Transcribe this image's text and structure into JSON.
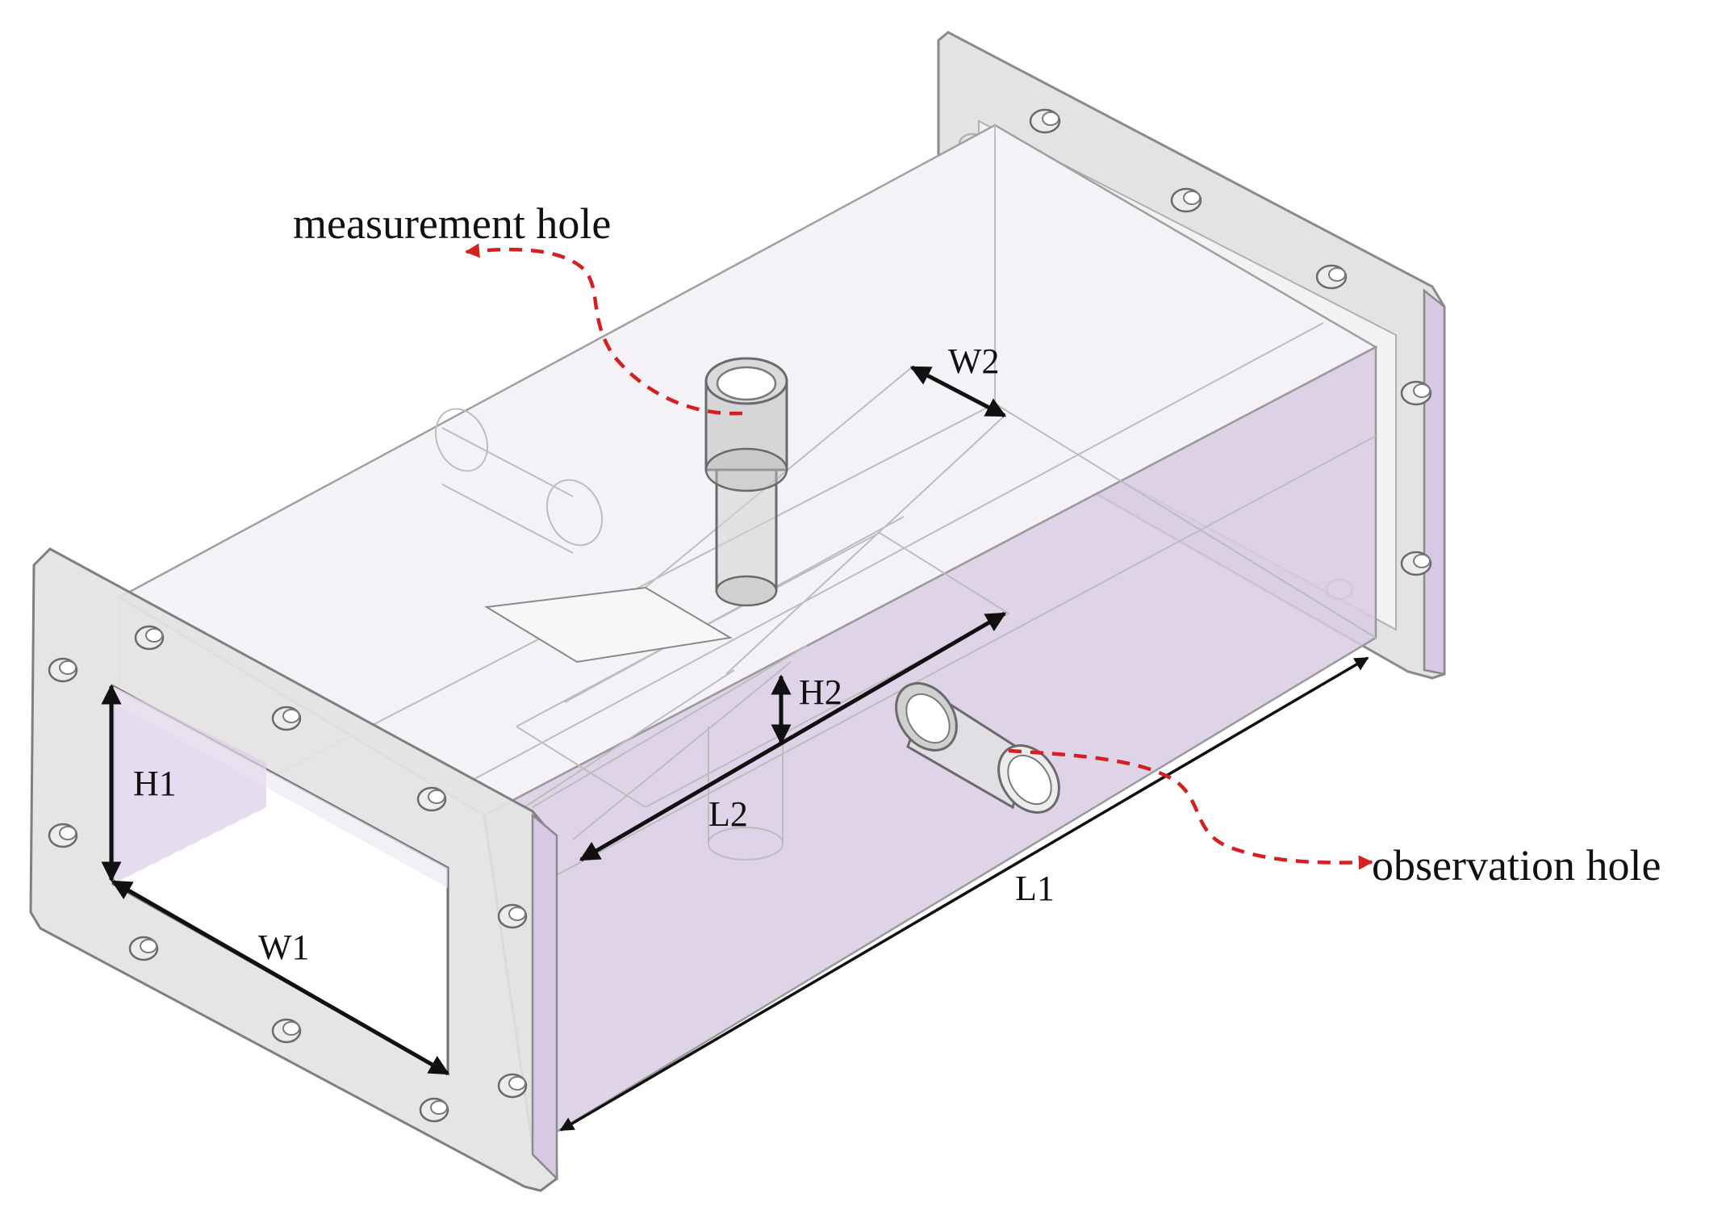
{
  "figure": {
    "labels": {
      "measurement_hole": "measurement hole",
      "observation_hole": "observation hole",
      "W1": "W1",
      "H1": "H1",
      "L1": "L1",
      "W2": "W2",
      "H2": "H2",
      "L2": "L2"
    },
    "colors": {
      "flange_face": "#e3e3e3",
      "flange_side": "#d7c8e4",
      "side_wall": "#d9cbe4",
      "top_face": "#f4f2f7",
      "leader_red": "#d42020",
      "dimension_line": "#111111"
    }
  }
}
